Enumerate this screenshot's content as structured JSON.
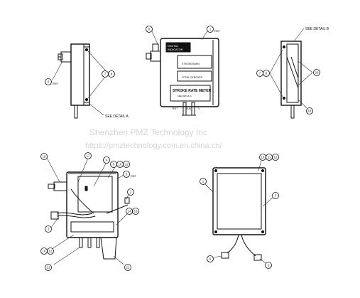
{
  "front_panel": {
    "line1": "DIGITAL",
    "line2": "INDICATOR",
    "field_units": "STROKES/MIN.",
    "field_total": "TOTAL STROKES",
    "title": "STROKE RATE METER",
    "subtitle": "SEE DETAIL A",
    "switch_left": "TEST",
    "switch_mid": "RUN",
    "switch_right": "RESET",
    "switch_sym": "TL"
  },
  "details": {
    "detail_a": "SEE DETAIL A",
    "detail_a_letter": "A",
    "detail_b": "SEE DETAIL B",
    "detail_b_letter": "B"
  },
  "callouts": {
    "c_ref_left": "5 REF",
    "c_pair_left": "7  8",
    "c_top_left": "6",
    "c_top_right": "1 REF",
    "c_pair_right": "7  8",
    "c_right_20": "20",
    "c_right_18": "18",
    "c_bl_19": "19",
    "c_bl_17": "17",
    "c_bl_4": "4",
    "c_bl_group": "5 16 11",
    "c_bl_5ref": "5 REF",
    "c_bl_2": "2",
    "c_bl_3": "3",
    "c_bl_14_15": "14 15",
    "c_bl_10_12": "10 12",
    "c_bl_13": "13",
    "c_bl_21": "21",
    "c_br_group": "10 11 12",
    "c_br_1": "1",
    "c_br_3": "3",
    "c_br_9": "9",
    "c_br_2": "2"
  },
  "watermark": {
    "line1": "Shenzhen PMZ Technology Inc",
    "line2": "https://pmztechnology.com.en.china.cn/"
  }
}
